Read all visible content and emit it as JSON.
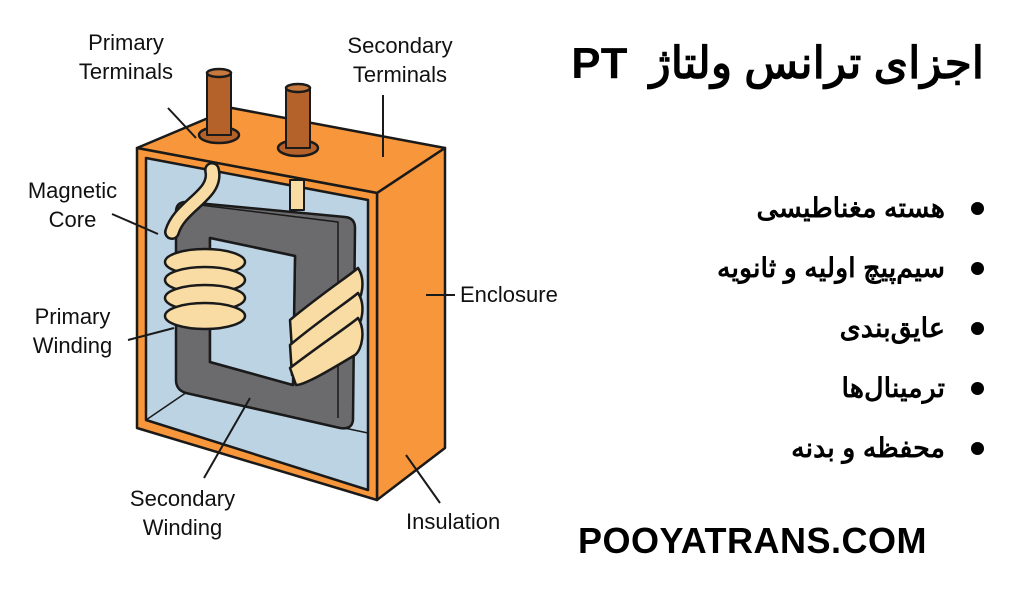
{
  "title": {
    "persian": "اجزای ترانس ولتاژ",
    "abbr": "PT"
  },
  "labels": {
    "primary_terminals": [
      "Primary",
      "Terminals"
    ],
    "secondary_terminals": [
      "Secondary",
      "Terminals"
    ],
    "magnetic_core": [
      "Magnetic",
      "Core"
    ],
    "primary_winding": [
      "Primary",
      "Winding"
    ],
    "secondary_winding": [
      "Secondary",
      "Winding"
    ],
    "enclosure": "Enclosure",
    "insulation": "Insulation"
  },
  "parts": [
    "هسته مغناطیسی",
    "سیم‌پیچ اولیه و ثانویه",
    "عایق‌بندی",
    "ترمینال‌ها",
    "محفظه و بدنه"
  ],
  "website": "POOYATRANS.COM",
  "colors": {
    "enclosure": "#f7963a",
    "insulation": "#bcd3e4",
    "core": "#6b6b6d",
    "winding": "#f8dca4",
    "terminal": "#b5622a"
  }
}
